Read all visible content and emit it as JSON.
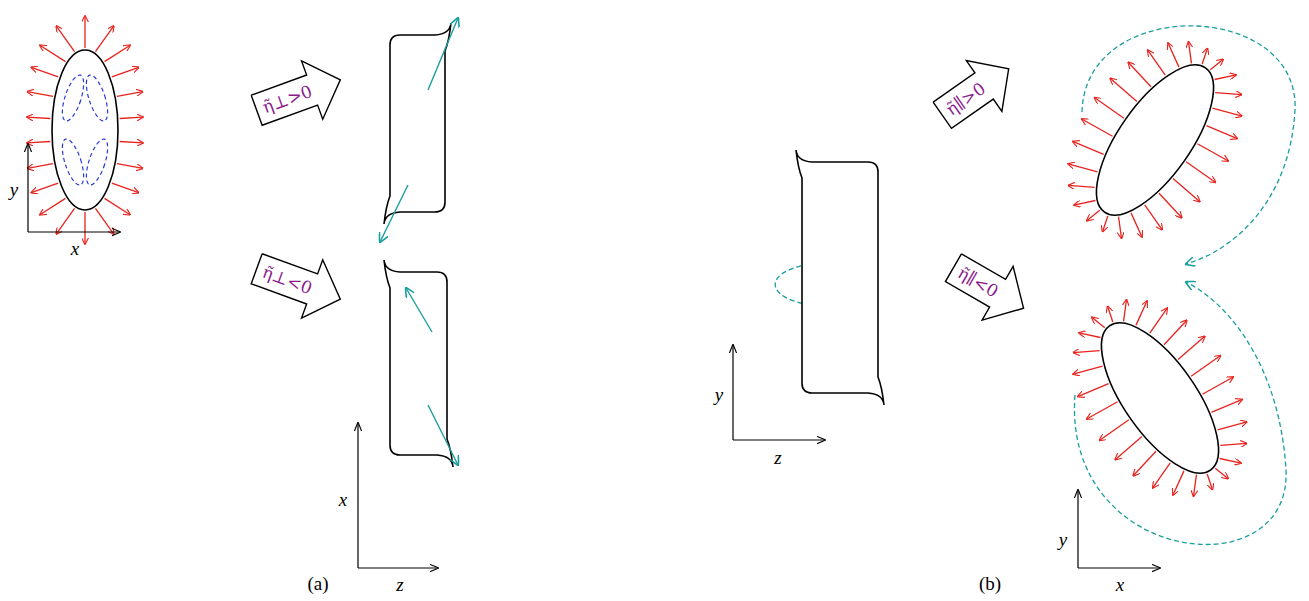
{
  "diagram": {
    "nodes": [
      {
        "text": [
          "η̃⊥>0"
        ]
      },
      {
        "text": [
          "η̃⊥<0"
        ]
      },
      {
        "text": [
          "η̃∥>0"
        ]
      },
      {
        "text": [
          "η̃∥<0"
        ]
      }
    ],
    "labels": [
      "y",
      "x",
      "x",
      "z",
      "(a)",
      "y",
      "z",
      "y",
      "x",
      "(b)"
    ]
  }
}
